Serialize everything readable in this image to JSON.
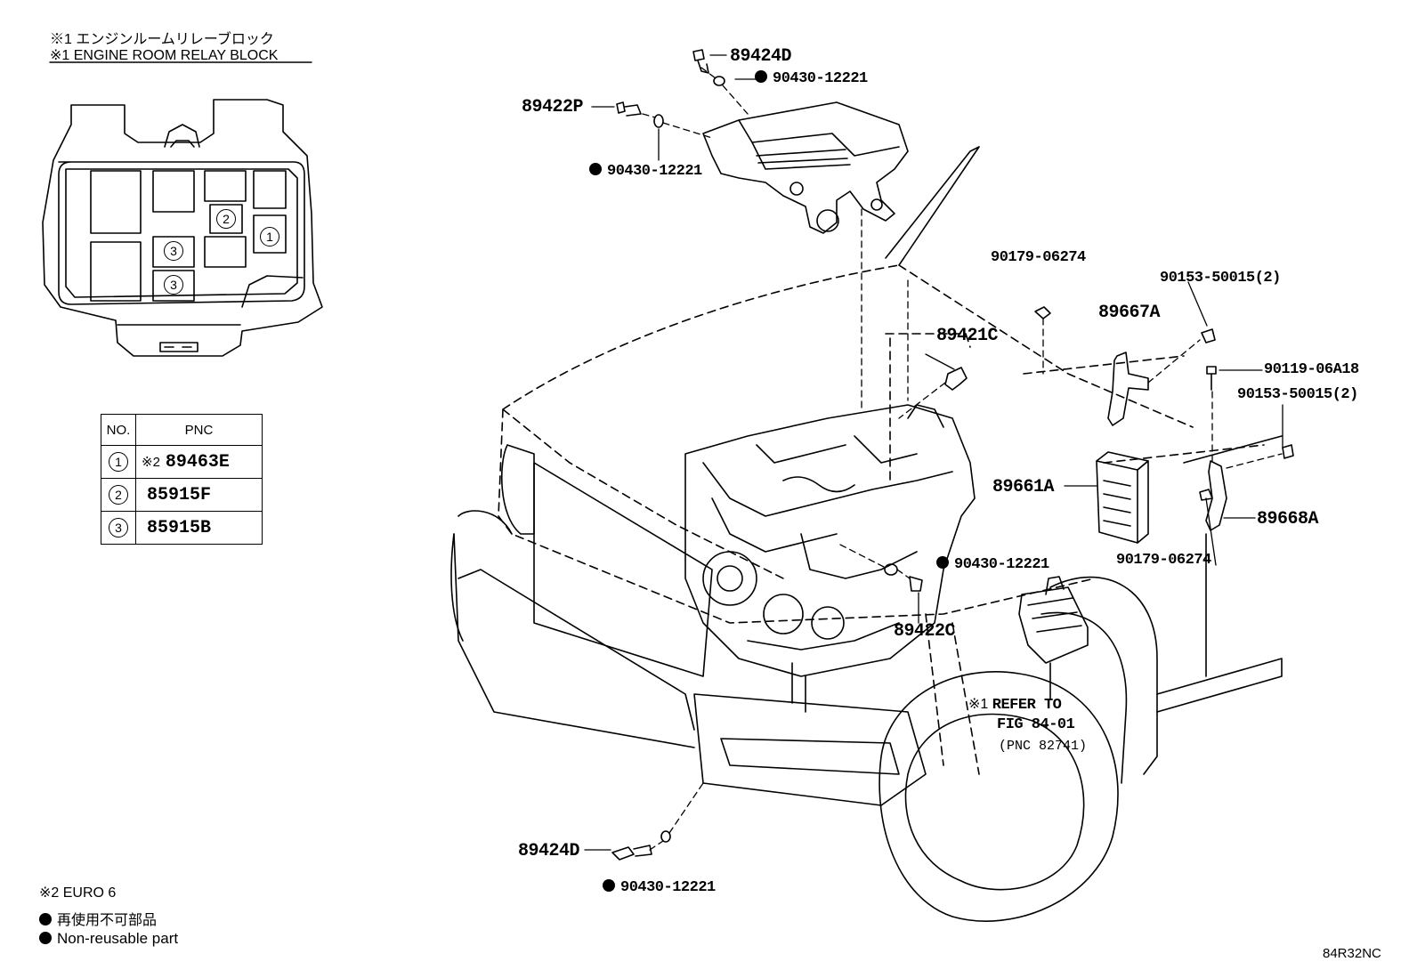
{
  "relay_block": {
    "title_jp": "※1 エンジンルームリレーブロック",
    "title_en": "※1 ENGINE ROOM RELAY BLOCK",
    "slots": [
      {
        "no": "2"
      },
      {
        "no": "1"
      },
      {
        "no": "3"
      },
      {
        "no": "3"
      }
    ]
  },
  "pnc_table": {
    "headers": [
      "NO.",
      "PNC"
    ],
    "rows": [
      {
        "no": "1",
        "mark": "※2",
        "pnc": "89463E"
      },
      {
        "no": "2",
        "mark": "",
        "pnc": "85915F"
      },
      {
        "no": "3",
        "mark": "",
        "pnc": "85915B"
      }
    ]
  },
  "callouts": {
    "p89424D_top": "89424D",
    "p90430_top1": "90430-12221",
    "p89422P": "89422P",
    "p90430_top2": "90430-12221",
    "p90179_top": "90179-06274",
    "p90153_top": "90153-50015(2)",
    "p89667A": "89667A",
    "p89421C": "89421C",
    "p90119": "90119-06A18",
    "p90153_mid": "90153-50015(2)",
    "p89661A": "89661A",
    "p89668A": "89668A",
    "p90179_bot": "90179-06274",
    "p90430_mid": "90430-12221",
    "p89422C": "89422C",
    "refer_mark": "※1",
    "refer_line1": "REFER TO",
    "refer_line2": "FIG 84-01",
    "refer_line3": "(PNC 82741)",
    "p89424D_bot": "89424D",
    "p90430_bot": "90430-12221"
  },
  "legend": {
    "euro": "※2 EURO 6",
    "nonreuse_jp": "再使用不可部品",
    "nonreuse_en": "Non-reusable part"
  },
  "figure_code": "84R32NC"
}
